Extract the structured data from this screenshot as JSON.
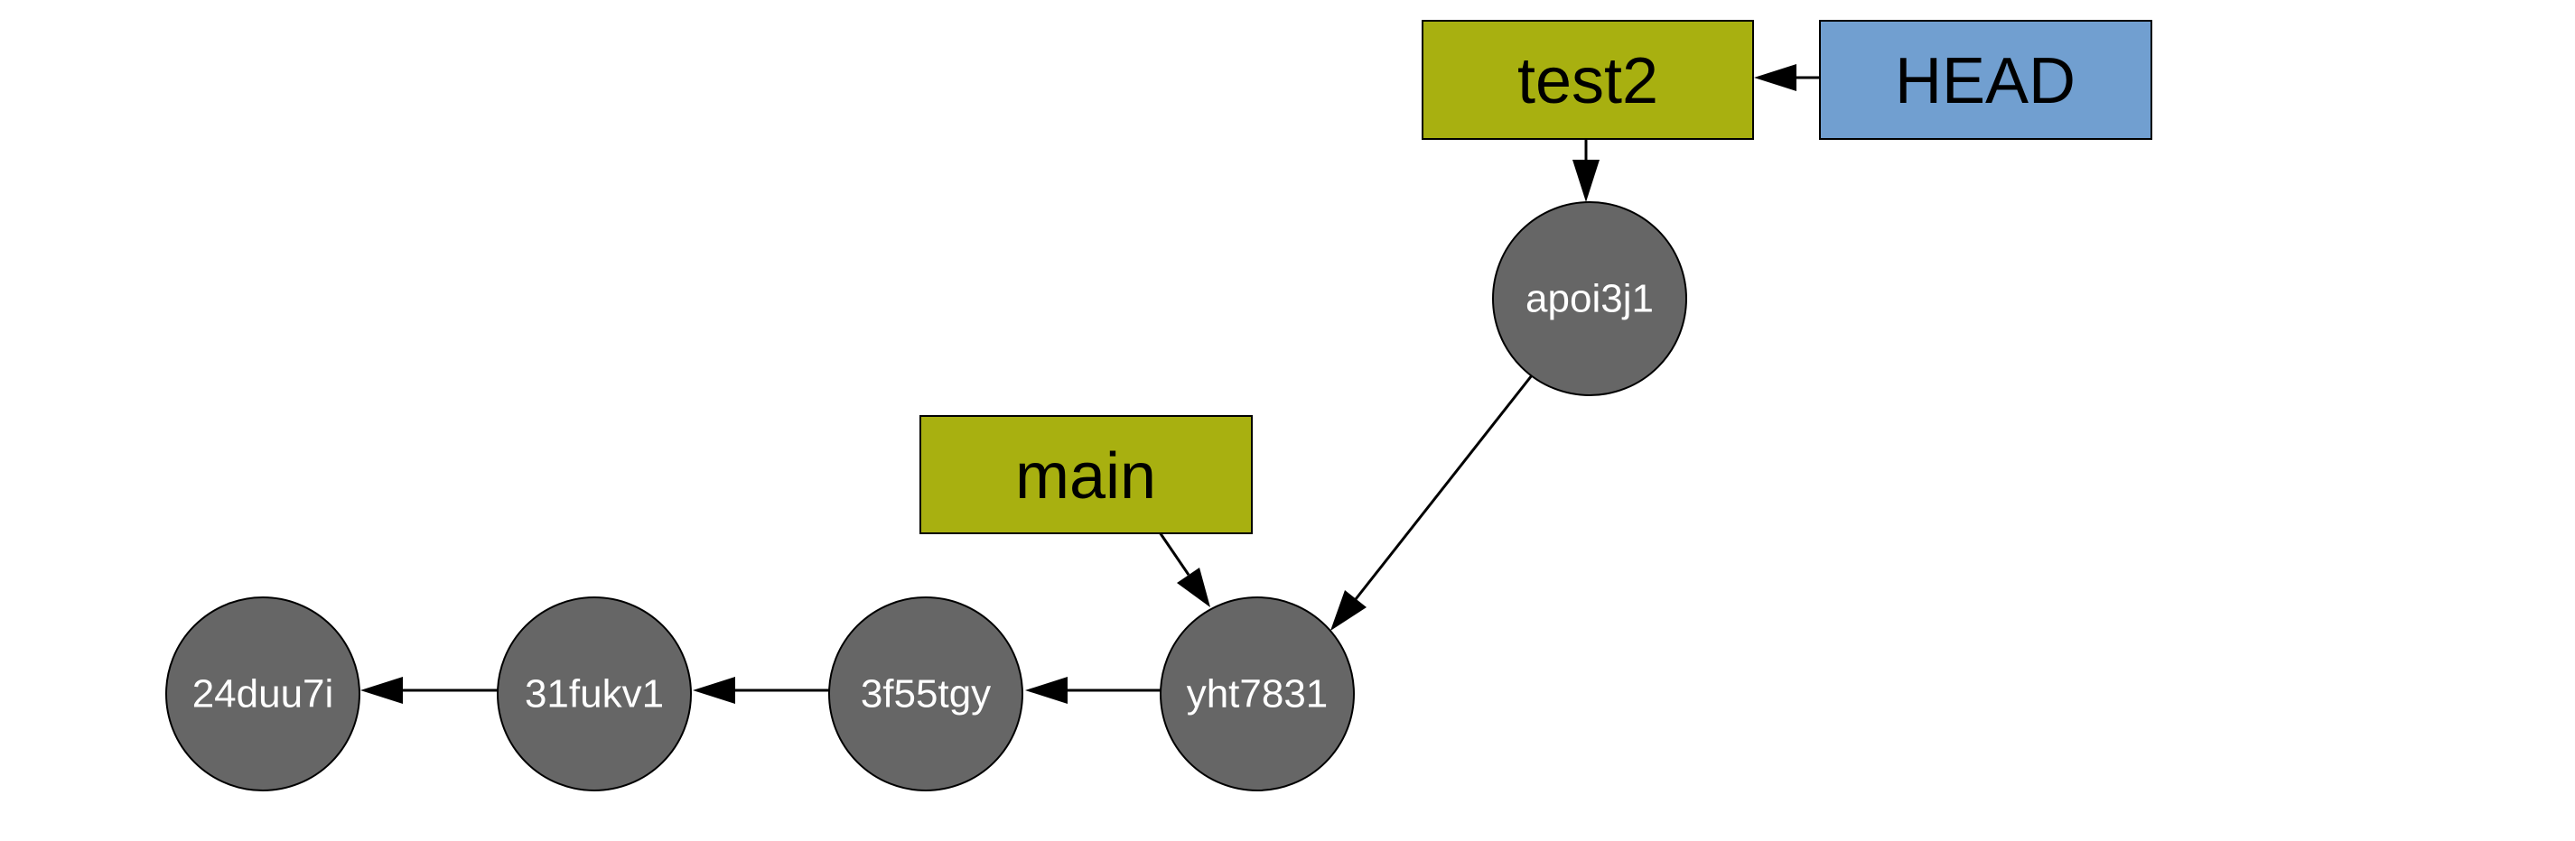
{
  "colors": {
    "commit_fill": "#666666",
    "commit_text": "#ffffff",
    "branch_fill": "#a8b010",
    "head_fill": "#719fd0",
    "outline": "#000000"
  },
  "commits": {
    "c_24duu7i": "24duu7i",
    "c_31fukv1": "31fukv1",
    "c_3f55tgy": "3f55tgy",
    "c_yht7831": "yht7831",
    "c_apoi3j1": "apoi3j1"
  },
  "refs": {
    "main": "main",
    "test2": "test2",
    "head": "HEAD"
  },
  "edges": [
    {
      "from": "yht7831",
      "to": "3f55tgy"
    },
    {
      "from": "3f55tgy",
      "to": "31fukv1"
    },
    {
      "from": "31fukv1",
      "to": "24duu7i"
    },
    {
      "from": "apoi3j1",
      "to": "yht7831"
    },
    {
      "from": "main",
      "to": "yht7831"
    },
    {
      "from": "test2",
      "to": "apoi3j1"
    },
    {
      "from": "HEAD",
      "to": "test2"
    }
  ]
}
